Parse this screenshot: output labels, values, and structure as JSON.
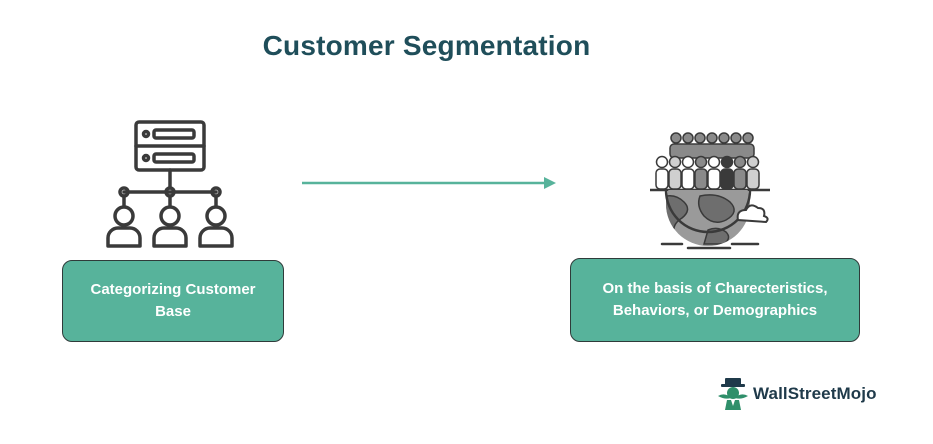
{
  "title": "Customer Segmentation",
  "left_box": {
    "line1": "Categorizing Customer",
    "line2": "Base"
  },
  "right_box": {
    "line1": "On the basis of Charecteristics,",
    "line2": "Behaviors, or Demographics"
  },
  "left_icon": "network-users-icon",
  "right_icon": "crowd-globe-icon",
  "connector": "arrow-right-icon",
  "brand": {
    "name": "WallStreetMojo",
    "logo_icon": "wallstreetmojo-logo-icon"
  },
  "colors": {
    "title": "#1f4e5a",
    "box_fill": "#57b39b",
    "box_border": "#2f3b3a",
    "arrow": "#57b39b",
    "icon_stroke": "#3a3a3a",
    "brand_text": "#1f3a4a"
  }
}
